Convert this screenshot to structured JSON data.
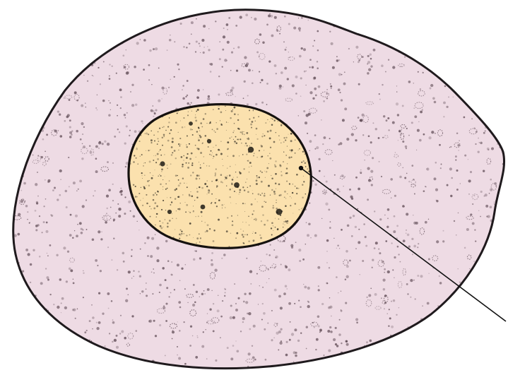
{
  "diagram": {
    "subject": "cell",
    "parts": [
      {
        "id": "cell-membrane",
        "kind": "outline"
      },
      {
        "id": "cytoplasm",
        "kind": "region",
        "color": "#eedbe4"
      },
      {
        "id": "nucleus",
        "kind": "region",
        "color": "#fbe1ae"
      },
      {
        "id": "chromatin",
        "kind": "texture",
        "color": "#2b1f24"
      },
      {
        "id": "pointer-line",
        "kind": "leader",
        "target": "nucleus-membrane"
      }
    ],
    "labels": []
  },
  "colors": {
    "background": "#ffffff",
    "cytoplasm": "#eedbe4",
    "nucleus": "#fbe1ae",
    "outline": "#1f1a1d",
    "stipple": "#5a4650"
  }
}
